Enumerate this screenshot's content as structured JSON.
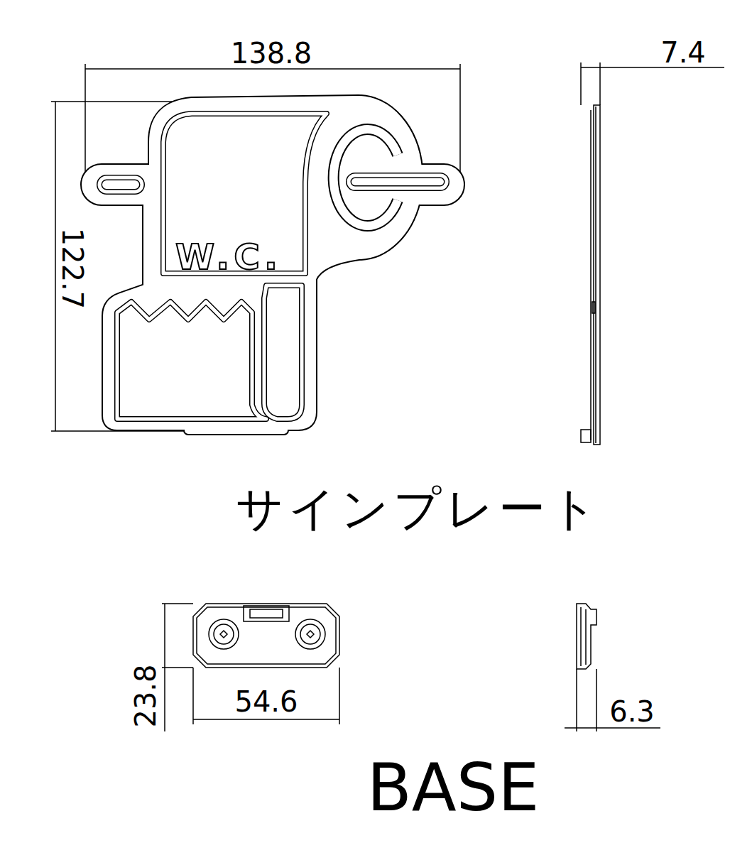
{
  "diagram": {
    "labels": [
      "138.8",
      "7.4",
      "122.7",
      "W.C.",
      "サインプレート",
      "23.8",
      "54.6",
      "6.3",
      "BASE"
    ]
  }
}
